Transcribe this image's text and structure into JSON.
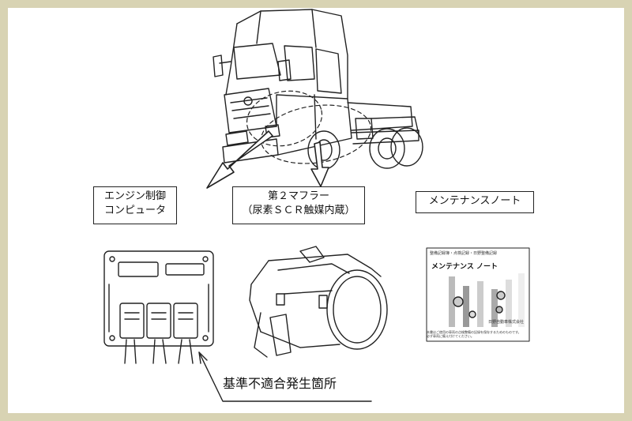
{
  "labels": {
    "ecu_line1": "エンジン制御",
    "ecu_line2": "コンピュータ",
    "muffler_line1": "第２マフラー",
    "muffler_line2": "（尿素ＳＣＲ触媒内蔵）",
    "note": "メンテナンスノート",
    "nonconformity_site": "基準不適合発生箇所"
  },
  "note_booklet": {
    "header": "整備記録簿・点検記録・日野整備記録",
    "title": "メンテナンス ノート",
    "company": "日野自動車株式会社",
    "footer": "本書はご使用の車両の点検整備の記録を保存するためのものです。必ず車両に備え付けてください。"
  },
  "colors": {
    "background": "#d8d3b3",
    "paper": "#ffffff",
    "line": "#222222"
  }
}
